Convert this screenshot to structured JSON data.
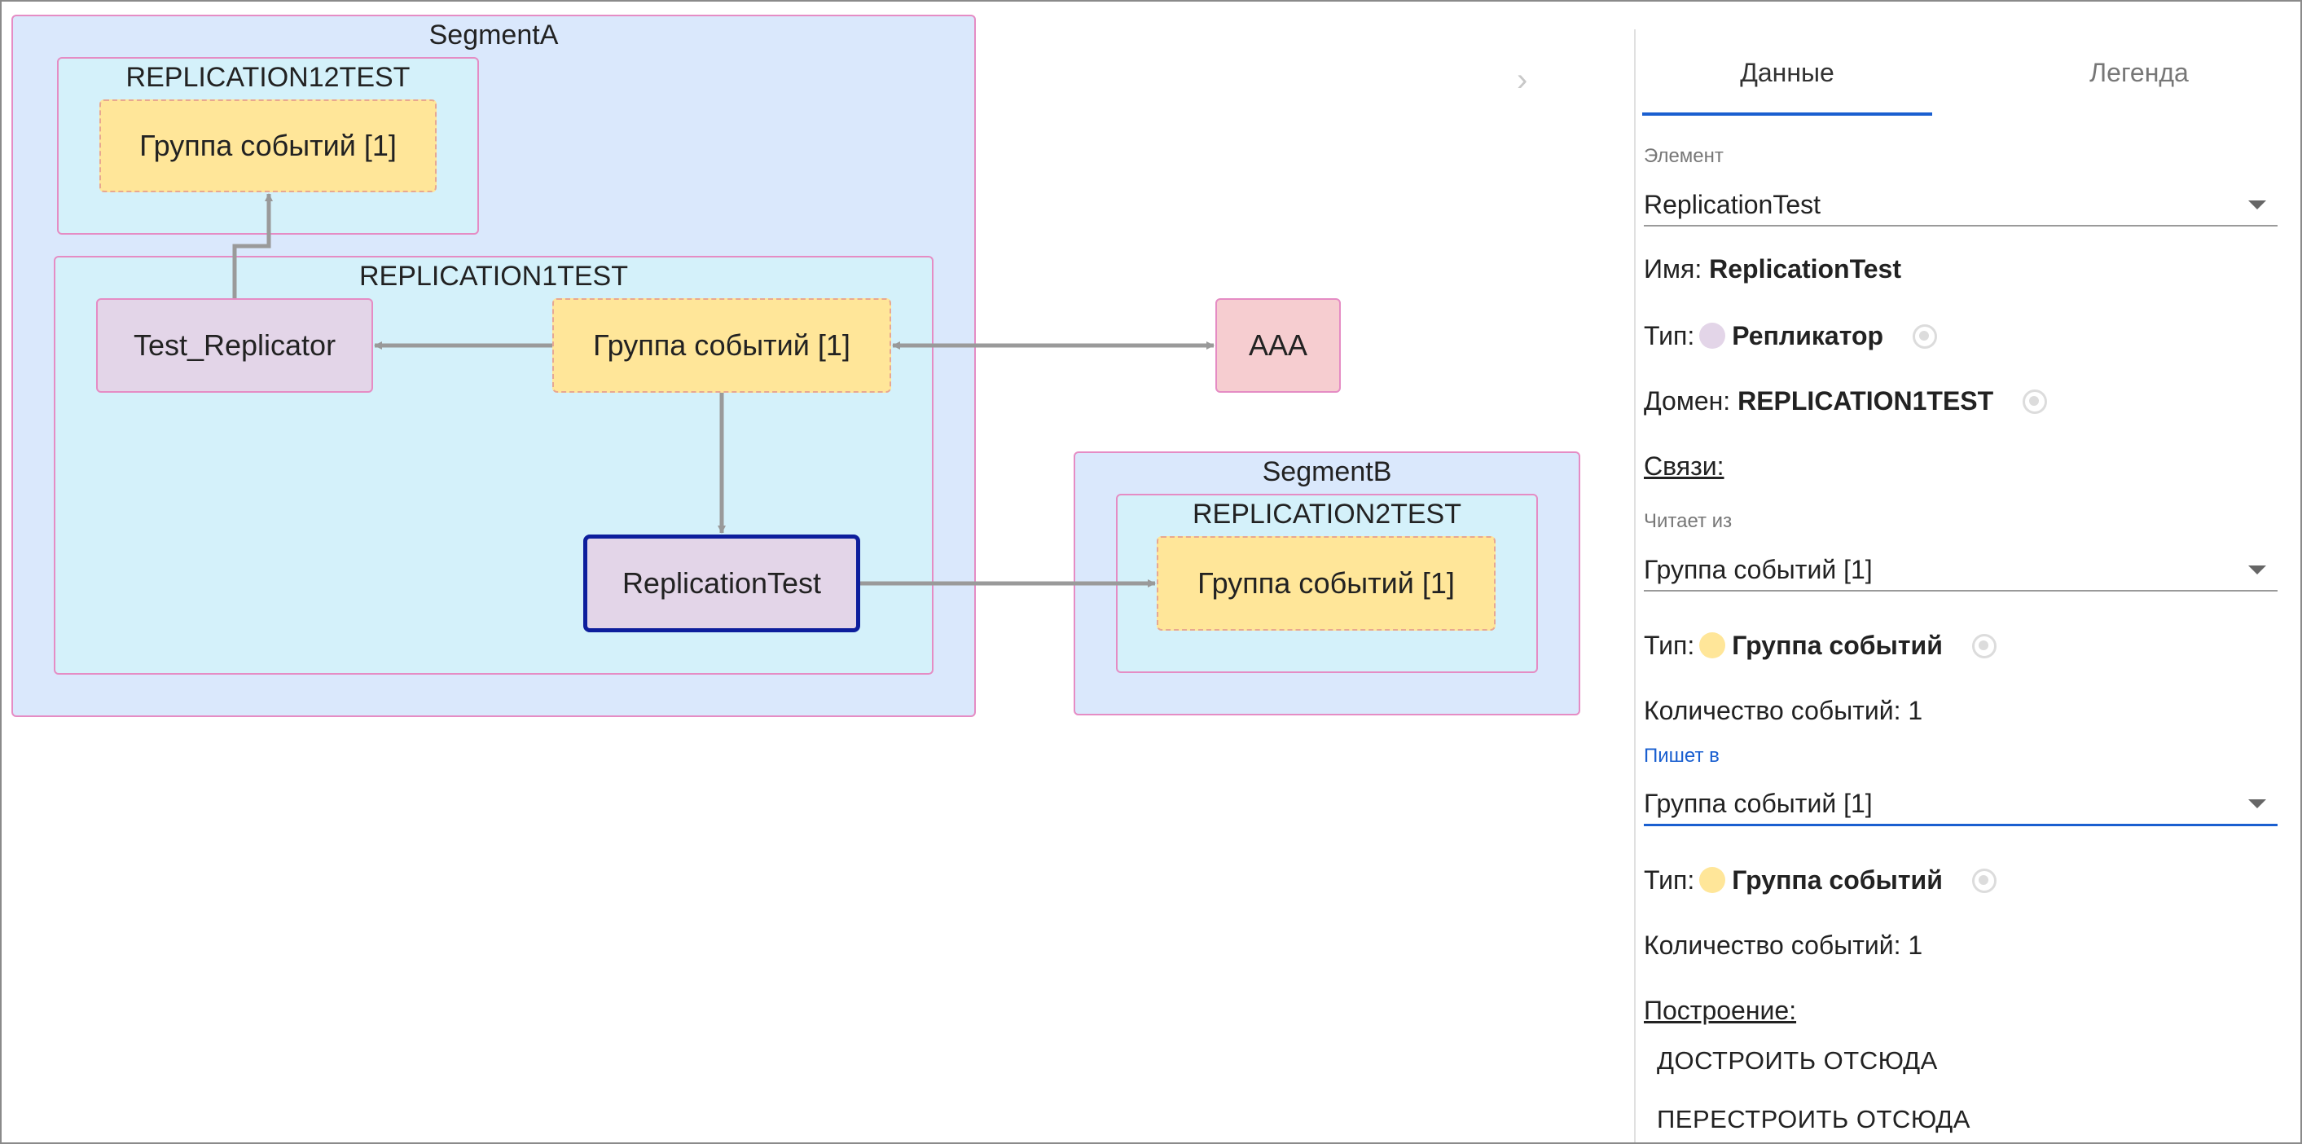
{
  "diagram": {
    "segment_a": {
      "title": "SegmentA"
    },
    "segment_b": {
      "title": "SegmentB"
    },
    "domain_r12": {
      "title": "REPLICATION12TEST"
    },
    "domain_r1": {
      "title": "REPLICATION1TEST"
    },
    "domain_r2": {
      "title": "REPLICATION2TEST"
    },
    "nodes": {
      "eg_r12": "Группа событий [1]",
      "test_replicator": "Test_Replicator",
      "eg_r1": "Группа событий [1]",
      "aaa": "AAA",
      "replication_test": "ReplicationTest",
      "eg_r2": "Группа событий [1]"
    },
    "collapse_glyph": "›"
  },
  "panel": {
    "tabs": [
      "Данные",
      "Легенда"
    ],
    "active_tab": "Данные",
    "element": {
      "label": "Элемент",
      "value": "ReplicationTest"
    },
    "name": {
      "label": "Имя:",
      "value": "ReplicationTest"
    },
    "type": {
      "label": "Тип:",
      "value": "Репликатор",
      "color": "#e3d5e8"
    },
    "domain": {
      "label": "Домен:",
      "value": "REPLICATION1TEST"
    },
    "links_heading": "Связи:",
    "reads_from": {
      "label": "Читает из",
      "value": "Группа событий [1]",
      "type_label": "Тип:",
      "type_value": "Группа событий",
      "type_color": "#ffe699",
      "count_text": "Количество событий: 1"
    },
    "writes_to": {
      "label": "Пишет в",
      "value": "Группа событий [1]",
      "type_label": "Тип:",
      "type_value": "Группа событий",
      "type_color": "#ffe699",
      "count_text": "Количество событий: 1"
    },
    "build_heading": "Построение:",
    "actions": [
      "ДОСТРОИТЬ ОТСЮДА",
      "ПЕРЕСТРОИТЬ ОТСЮДА"
    ]
  },
  "colors": {
    "accent": "#1a5fd0",
    "selected_border": "#0d1e9c",
    "segment_fill": "#dae8fc",
    "domain_fill": "#d4f1fa",
    "event_group_fill": "#ffe699",
    "replicator_fill": "#e3d5e8",
    "unknown_fill": "#f6cdd0"
  }
}
